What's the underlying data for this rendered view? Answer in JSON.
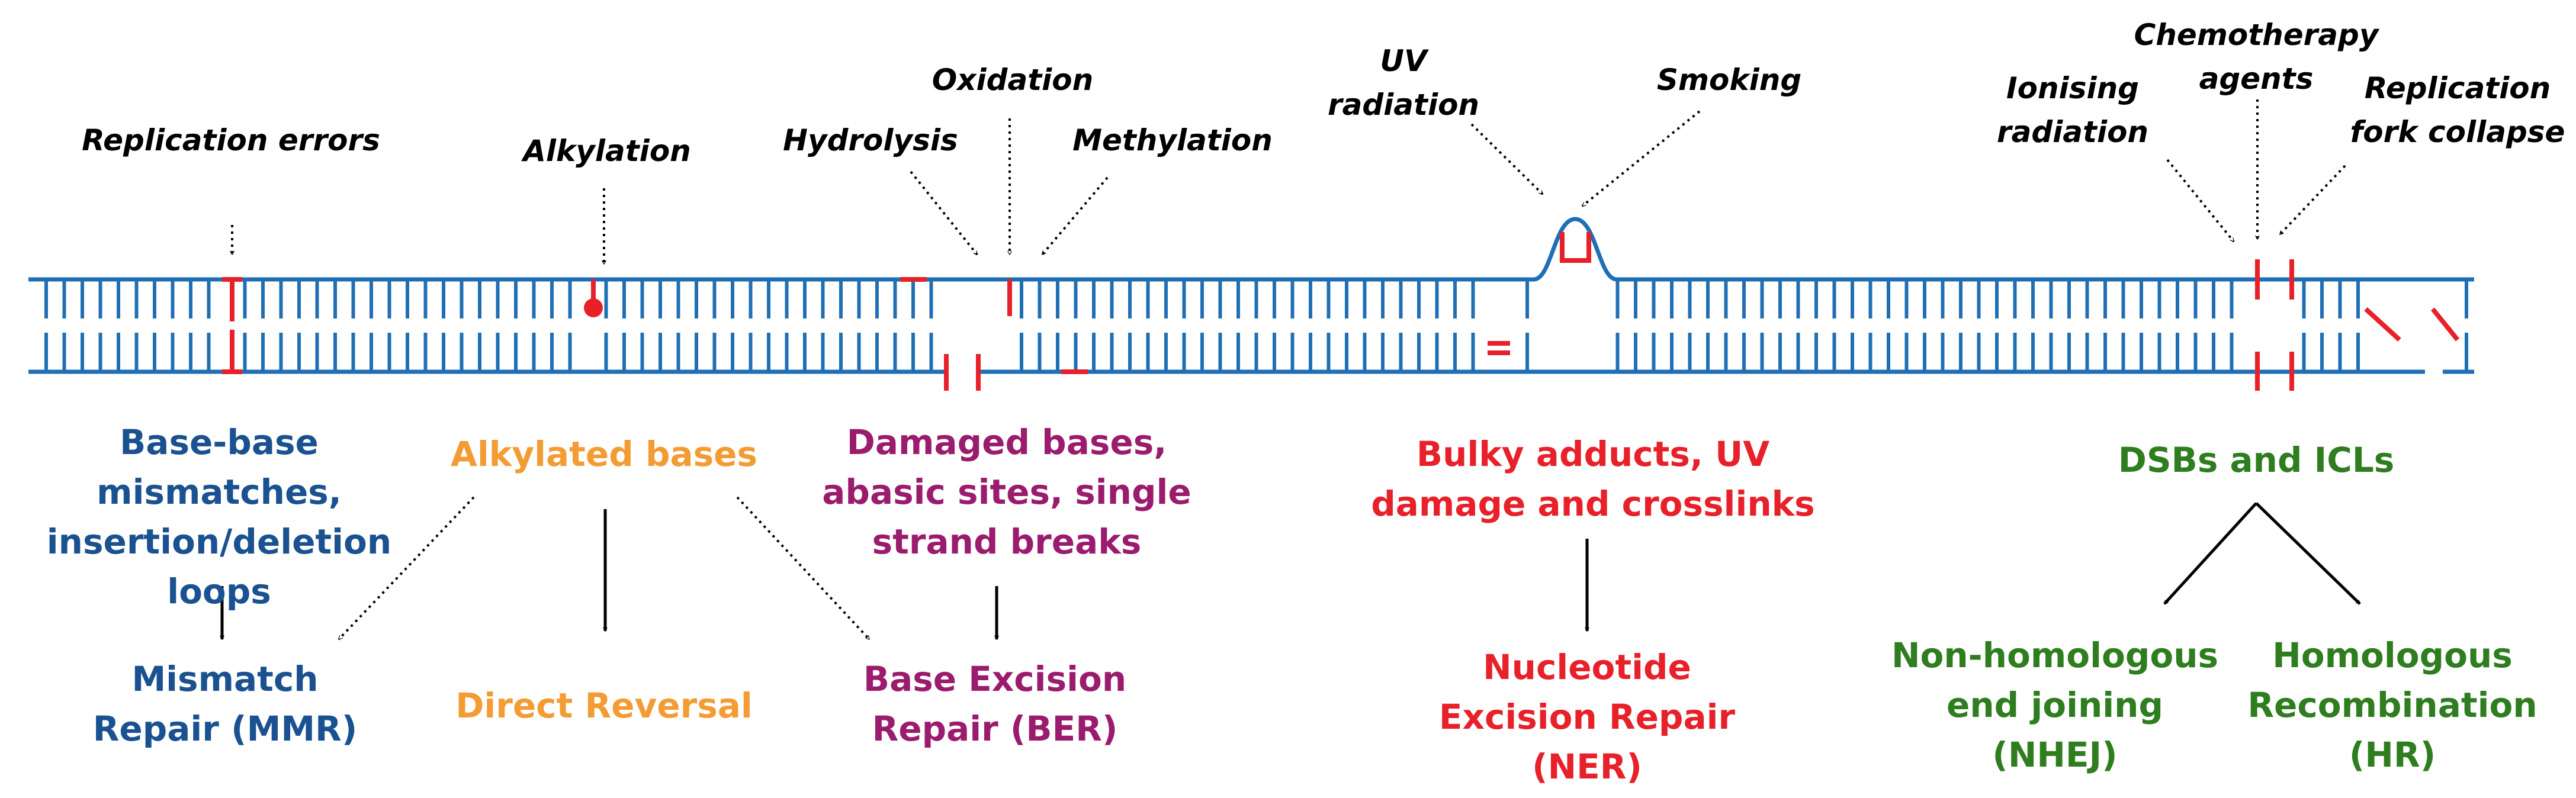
{
  "colors": {
    "dna": "#1f6fb5",
    "damage": "#e8202a",
    "arrow": "#000000",
    "mmr": "#1a5190",
    "direct": "#f39c34",
    "ber": "#9b1c6e",
    "ner": "#e8202a",
    "dsb": "#2e7d1f"
  },
  "causes": {
    "replication_errors": "Replication errors",
    "alkylation": "Alkylation",
    "hydrolysis": "Hydrolysis",
    "oxidation": "Oxidation",
    "methylation": "Methylation",
    "uv_radiation": "UV\nradiation",
    "smoking": "Smoking",
    "ionising_radiation": "Ionising\nradiation",
    "chemotherapy_agents": "Chemotherapy\nagents",
    "replication_fork_collapse": "Replication\nfork collapse"
  },
  "damage": {
    "mismatches": "Base-base mismatches,\ninsertion/deletion\nloops",
    "alkylated": "Alkylated bases",
    "damaged_bases": "Damaged bases,\nabasic sites, single\nstrand breaks",
    "bulky": "Bulky adducts, UV\ndamage and crosslinks",
    "dsb": "DSBs and ICLs"
  },
  "repair": {
    "mmr": "Mismatch\nRepair (MMR)",
    "direct": "Direct Reversal",
    "ber": "Base Excision\nRepair (BER)",
    "ner": "Nucleotide\nExcision Repair\n(NER)",
    "nhej": "Non-homologous\nend joining\n(NHEJ)",
    "hr": "Homologous\nRecombination\n(HR)"
  }
}
